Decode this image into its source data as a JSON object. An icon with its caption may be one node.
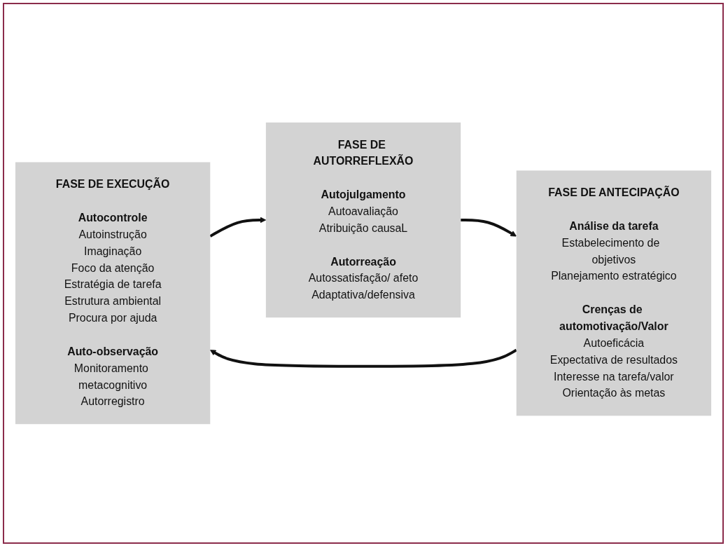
{
  "diagram": {
    "nodes": [
      {
        "text": [
          "FASE DE EXECUÇÃO",
          "Autocontrole",
          "Autoinstrução",
          "Imaginação",
          "Foco da atenção",
          "Estratégia de tarefa",
          "Estrutura ambiental",
          "Procura por ajuda",
          "Auto-observação",
          "Monitoramento metacognitivo",
          "Autorregistro"
        ]
      },
      {
        "text": [
          "FASE DE ANTECIPAÇÃO",
          "Análise da tarefa",
          "Estabelecimento de  objetivos",
          "Planejamento estratégico",
          "Crenças de automotivação/Valor",
          "Autoeficácia",
          "Expectativa de resultados",
          "Interesse na tarefa/valor",
          "Orientação às metas"
        ]
      },
      {
        "text": [
          "FASE DE AUTORREFLEXÃO",
          "Autojulgamento",
          "Autoavaliação",
          "Atribuição causaL",
          "Autorreação",
          "Autossatisfação/ afeto",
          "Adaptativa/defensiva"
        ]
      }
    ],
    "edges": [
      {
        "from": 1,
        "to": 0,
        "arrow": "to"
      },
      {
        "from": 0,
        "to": 2,
        "arrow": "to"
      },
      {
        "from": 2,
        "to": 1,
        "arrow": "to"
      }
    ]
  }
}
